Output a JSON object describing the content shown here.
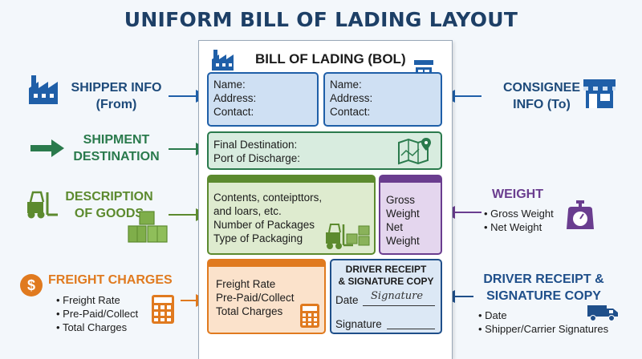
{
  "title": "UNIFORM BILL OF LADING LAYOUT",
  "document": {
    "title": "BILL OF LADING (BOL)",
    "shipper_box": [
      "Name:",
      "Address:",
      "Contact:"
    ],
    "consignee_box": [
      "Name:",
      "Address:",
      "Contact:"
    ],
    "destination_box": [
      "Final Destination:",
      "Port of Discharge:"
    ],
    "goods_box": [
      "Contents, conteipttors,",
      "and loars, etc.",
      "Number of Packages",
      "Type of Packaging"
    ],
    "weight_box": [
      "Gross",
      "Weight",
      "Net",
      "Weight"
    ],
    "freight_box": [
      "Freight Rate",
      "Pre-Paid/Collect",
      "Total Charges"
    ],
    "receipt_box": {
      "title_line1": "DRIVER RECEIPT",
      "title_line2": "& SIGNATURE COPY",
      "date_label": "Date",
      "signature_script": "Signature",
      "signature_label": "Signature"
    }
  },
  "left_labels": {
    "shipper": [
      "SHIPPER INFO",
      "(From)"
    ],
    "destination": [
      "SHIPMENT",
      "DESTINATION"
    ],
    "goods": [
      "DESCRIPTION",
      "OF GOODS"
    ],
    "freight": {
      "title": "FREIGHT CHARGES",
      "symbol": "$",
      "items": [
        "Freight Rate",
        "Pre-Paid/Collect",
        "Total Charges"
      ]
    }
  },
  "right_labels": {
    "consignee": [
      "CONSIGNEE",
      "INFO (To)"
    ],
    "weight": {
      "title": "WEIGHT",
      "items": [
        "Gross Weight",
        "Net Weight"
      ]
    },
    "receipt": {
      "title": [
        "DRIVER RECEIPT &",
        "SIGNATURE COPY"
      ],
      "items": [
        "Date",
        "Shipper/Carrier Signatures"
      ]
    }
  },
  "colors": {
    "title": "#1d3f66",
    "shipper_blue": "#1f5fa8",
    "destination_green": "#2a7a4c",
    "goods_green": "#5c8a2e",
    "weight_purple": "#6a3d8f",
    "freight_orange": "#e07a1f",
    "receipt_blue": "#1f4f8a"
  },
  "icons": [
    "factory-icon",
    "store-icon",
    "arrow-right-icon",
    "map-icon",
    "forklift-icon",
    "boxes-icon",
    "scale-icon",
    "dollar-icon",
    "calculator-icon",
    "truck-icon"
  ]
}
